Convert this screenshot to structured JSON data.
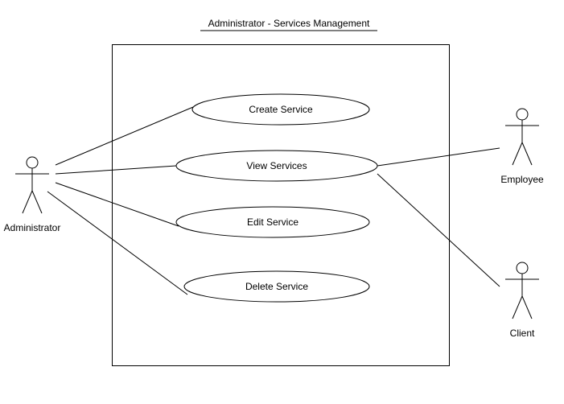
{
  "diagram": {
    "title": "Administrator  -  Services Management",
    "use_cases": {
      "create": "Create Service",
      "view": "View Services",
      "edit": "Edit Service",
      "delete": "Delete Service"
    },
    "actors": {
      "administrator": "Administrator",
      "employee": "Employee",
      "client": "Client"
    }
  }
}
